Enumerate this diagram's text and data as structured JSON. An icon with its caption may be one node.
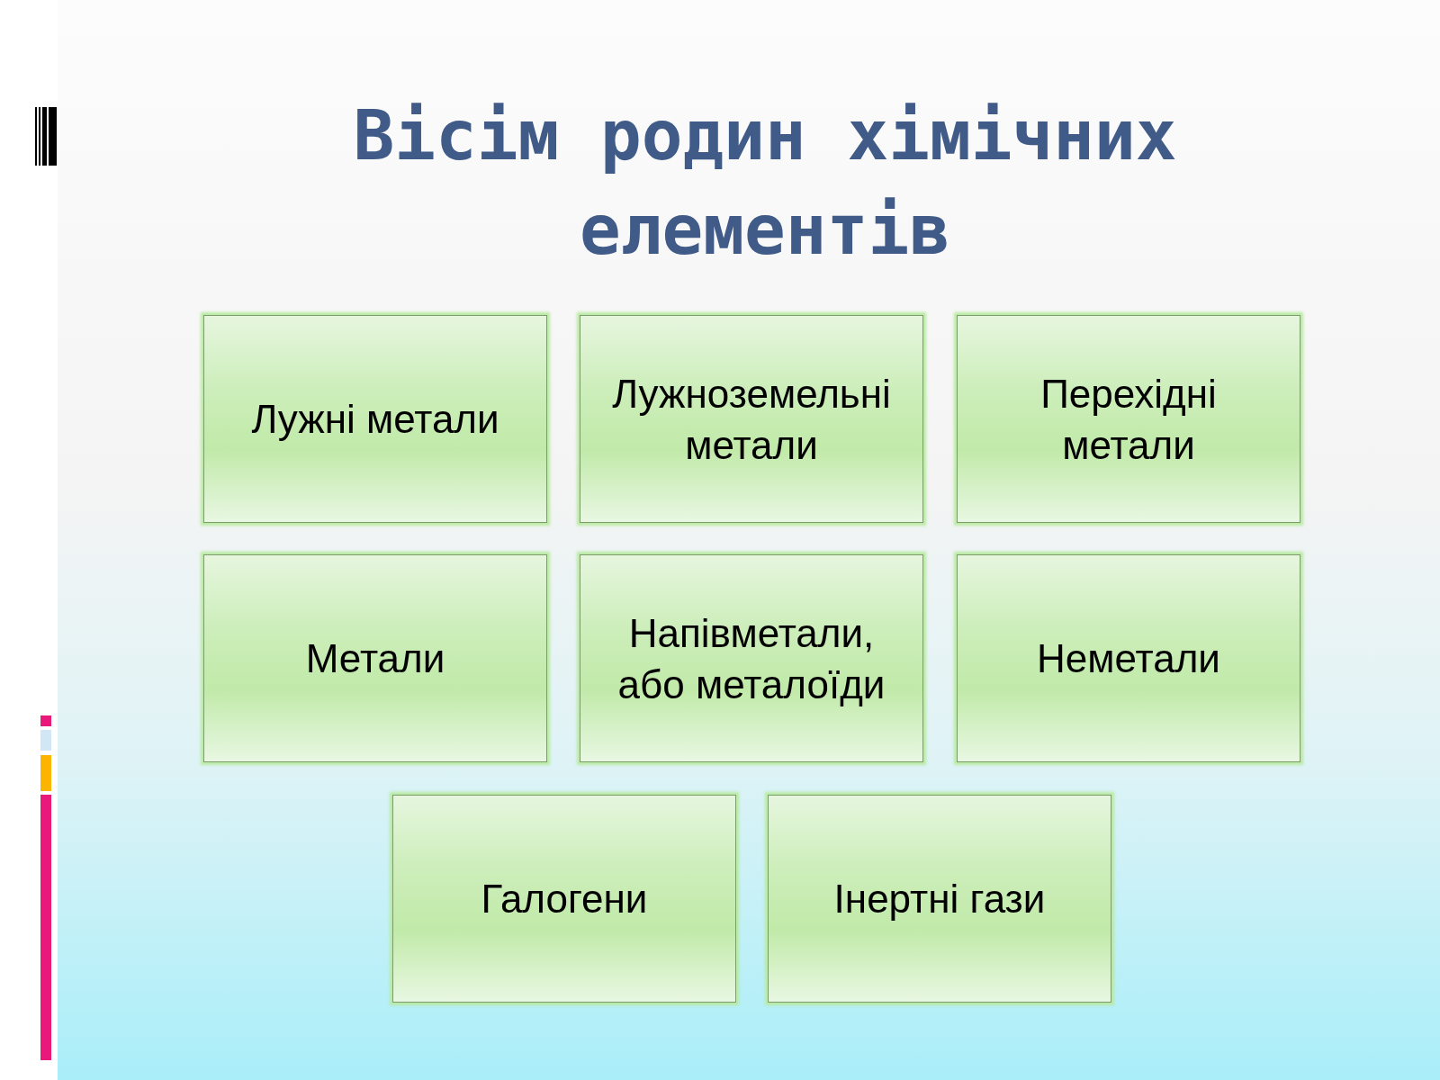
{
  "diagram": {
    "title": "Вісім родин хімічних елементів",
    "nodes": [
      {
        "text": [
          "Лужні метали"
        ]
      },
      {
        "text": [
          "Лужноземельні метали"
        ]
      },
      {
        "text": [
          "Перехідні метали"
        ]
      },
      {
        "text": [
          "Метали"
        ]
      },
      {
        "text": [
          "Напівметали, або металоїди"
        ]
      },
      {
        "text": [
          "Неметали"
        ]
      },
      {
        "text": [
          "Галогени"
        ]
      },
      {
        "text": [
          "Інертні гази"
        ]
      }
    ]
  }
}
